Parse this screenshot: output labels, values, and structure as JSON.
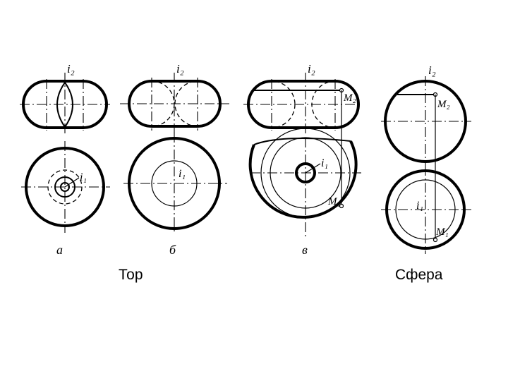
{
  "captions": {
    "torus": "Тор",
    "sphere": "Сфера"
  },
  "axis_labels": {
    "front_axis": "i₂",
    "top_axis": "i₁"
  },
  "point_labels": {
    "front_point": "M₂",
    "top_point": "M₁"
  },
  "view_letters": {
    "a": "а",
    "b": "б",
    "c": "в"
  }
}
